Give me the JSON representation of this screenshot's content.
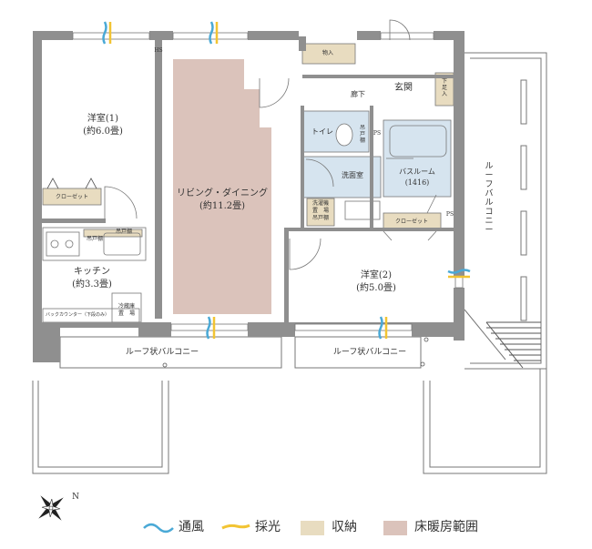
{
  "rooms": {
    "western1_name": "洋室(1)",
    "western1_size": "(約6.0畳)",
    "living_name": "リビング・ダイニング",
    "living_size": "(約11.2畳)",
    "kitchen_name": "キッチン",
    "kitchen_size": "(約3.3畳)",
    "western2_name": "洋室(2)",
    "western2_size": "(約5.0畳)",
    "toilet": "トイレ",
    "washroom": "洗面室",
    "bathroom_name": "バスルーム",
    "bathroom_size": "(1416)",
    "entrance": "玄関",
    "corridor": "廊下",
    "roof_balcony_left": "ルーフ状バルコニー",
    "roof_balcony_mid": "ルーフ状バルコニー",
    "roof_balcony_right": "ルーフバルコニー"
  },
  "fixtures": {
    "closet1": "クローゼット",
    "closet2": "クローゼット",
    "storage": "物入",
    "shoe_cabinet": "下足入",
    "upper_shelf_kitchen": "吊戸棚",
    "hood": "吊戸棚",
    "washer_line1": "洗濯機",
    "washer_line2": "置　場",
    "washer_line3": "吊戸棚",
    "fridge_line1": "冷蔵庫",
    "fridge_line2": "置　場",
    "back_counter": "バックカウンター（下段のみ）",
    "toilet_shelf": "吊戸棚",
    "ps1": "PS",
    "ps2": "PS",
    "hs": "HS"
  },
  "legend": {
    "ventilation": "通風",
    "daylight": "採光",
    "storage": "収納",
    "floor_heating": "床暖房範囲"
  },
  "colors": {
    "wall": "#8f8f8f",
    "storage_fill": "#e8dcc0",
    "heating_fill": "#dbc3bb",
    "bath_fill": "#d6e4ef",
    "wind": "#4aa9d6",
    "light": "#f2c433"
  },
  "compass": {
    "north_letter": "N"
  }
}
